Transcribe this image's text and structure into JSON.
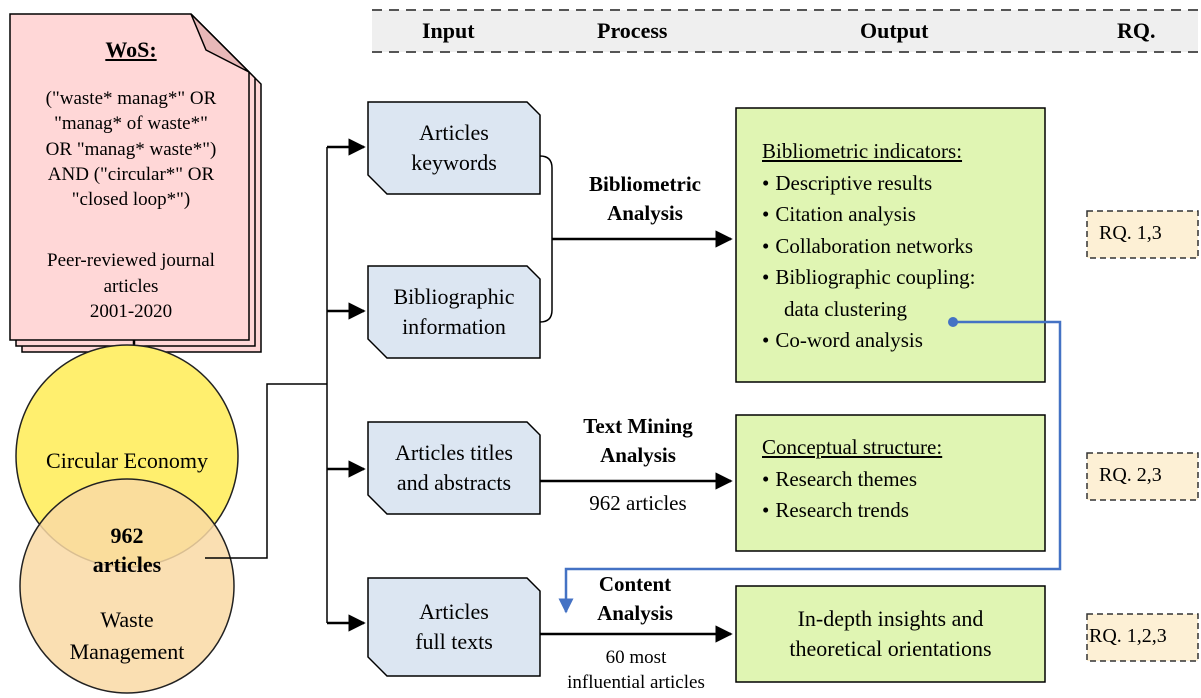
{
  "header": {
    "input": "Input",
    "process": "Process",
    "output": "Output",
    "rq": "RQ."
  },
  "wos": {
    "title": "WoS:",
    "query": [
      "(\"waste* manag*\" OR",
      "\"manag* of waste*\"",
      "OR \"manag* waste*\")",
      "AND (\"circular*\" OR",
      "\"closed loop*\")"
    ],
    "filter": [
      "Peer-reviewed journal",
      "articles",
      "2001-2020"
    ]
  },
  "venn": {
    "circle_top": "Circular Economy",
    "circle_bottom": [
      "Waste",
      "Management"
    ],
    "overlap": [
      "962",
      "articles"
    ]
  },
  "inputs": {
    "keywords": [
      "Articles",
      "keywords"
    ],
    "bibliographic": [
      "Bibliographic",
      "information"
    ],
    "titles": [
      "Articles titles",
      "and abstracts"
    ],
    "fulltexts": [
      "Articles",
      "full texts"
    ]
  },
  "processes": {
    "bibliometric": [
      "Bibliometric",
      "Analysis"
    ],
    "textmining": [
      "Text Mining",
      "Analysis"
    ],
    "textmining_note": "962 articles",
    "content": [
      "Content",
      "Analysis"
    ],
    "content_note": [
      "60 most",
      "influential articles"
    ]
  },
  "outputs": {
    "bibliometric": {
      "heading": "Bibliometric indicators:",
      "items": [
        "Descriptive results",
        "Citation analysis",
        "Collaboration networks",
        "Bibliographic coupling:"
      ],
      "continuation": "data clustering",
      "last_item": "Co-word analysis"
    },
    "conceptual": {
      "heading": "Conceptual structure:",
      "items": [
        "Research themes",
        "Research trends"
      ]
    },
    "insights": [
      "In-depth insights and",
      "theoretical orientations"
    ]
  },
  "rq": {
    "rq1": "RQ. 1,3",
    "rq2": "RQ. 2,3",
    "rq3": "RQ. 1,2,3"
  },
  "colors": {
    "wos_fill": "#ffd7d7",
    "input_fill": "#dce6f2",
    "output_fill": "#e0f5b3",
    "rq_fill": "#fdf0d5",
    "circle_top": "#ffef6e",
    "circle_bottom": "#f9d9a4",
    "connector_blue": "#4472c4"
  }
}
